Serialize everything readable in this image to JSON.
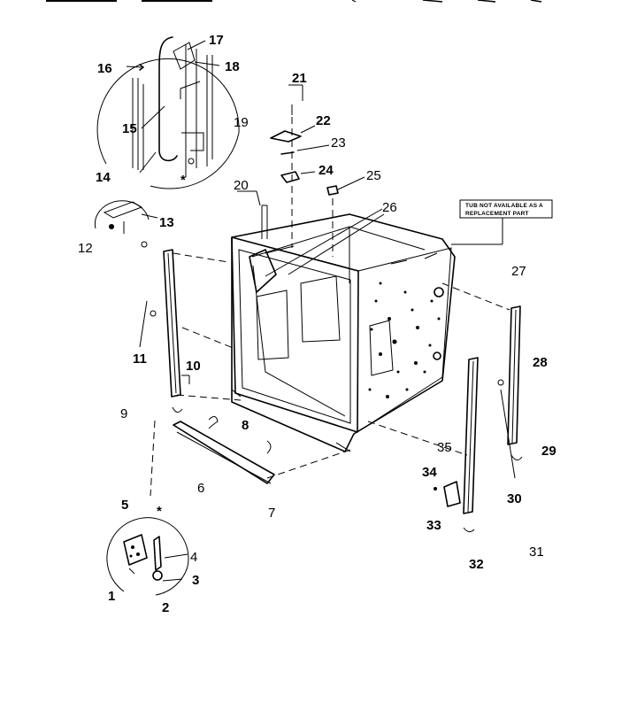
{
  "note": {
    "line1": "TUB NOT AVAILABLE AS A",
    "line2": "REPLACEMENT PART"
  },
  "asterisk": "*",
  "parts": [
    {
      "id": "p1",
      "label": "1",
      "bold": true
    },
    {
      "id": "p2",
      "label": "2",
      "bold": true
    },
    {
      "id": "p3",
      "label": "3",
      "bold": true
    },
    {
      "id": "p4",
      "label": "4",
      "bold": false
    },
    {
      "id": "p5",
      "label": "5",
      "bold": true
    },
    {
      "id": "p6",
      "label": "6",
      "bold": false
    },
    {
      "id": "p7",
      "label": "7",
      "bold": false
    },
    {
      "id": "p8",
      "label": "8",
      "bold": true
    },
    {
      "id": "p9",
      "label": "9",
      "bold": false
    },
    {
      "id": "p10",
      "label": "10",
      "bold": true
    },
    {
      "id": "p11",
      "label": "11",
      "bold": true
    },
    {
      "id": "p12",
      "label": "12",
      "bold": false
    },
    {
      "id": "p13",
      "label": "13",
      "bold": true
    },
    {
      "id": "p14",
      "label": "14",
      "bold": true
    },
    {
      "id": "p15",
      "label": "15",
      "bold": true
    },
    {
      "id": "p16",
      "label": "16",
      "bold": true
    },
    {
      "id": "p17",
      "label": "17",
      "bold": true
    },
    {
      "id": "p18",
      "label": "18",
      "bold": true
    },
    {
      "id": "p19",
      "label": "19",
      "bold": false
    },
    {
      "id": "p20",
      "label": "20",
      "bold": false
    },
    {
      "id": "p21",
      "label": "21",
      "bold": true
    },
    {
      "id": "p22",
      "label": "22",
      "bold": true
    },
    {
      "id": "p23",
      "label": "23",
      "bold": false
    },
    {
      "id": "p24",
      "label": "24",
      "bold": true
    },
    {
      "id": "p25",
      "label": "25",
      "bold": false
    },
    {
      "id": "p26",
      "label": "26",
      "bold": false
    },
    {
      "id": "p27",
      "label": "27",
      "bold": false
    },
    {
      "id": "p28",
      "label": "28",
      "bold": true
    },
    {
      "id": "p29",
      "label": "29",
      "bold": true
    },
    {
      "id": "p30",
      "label": "30",
      "bold": true
    },
    {
      "id": "p31",
      "label": "31",
      "bold": false
    },
    {
      "id": "p32",
      "label": "32",
      "bold": true
    },
    {
      "id": "p33",
      "label": "33",
      "bold": true
    },
    {
      "id": "p34",
      "label": "34",
      "bold": true
    },
    {
      "id": "p35",
      "label": "35",
      "bold": false
    }
  ]
}
